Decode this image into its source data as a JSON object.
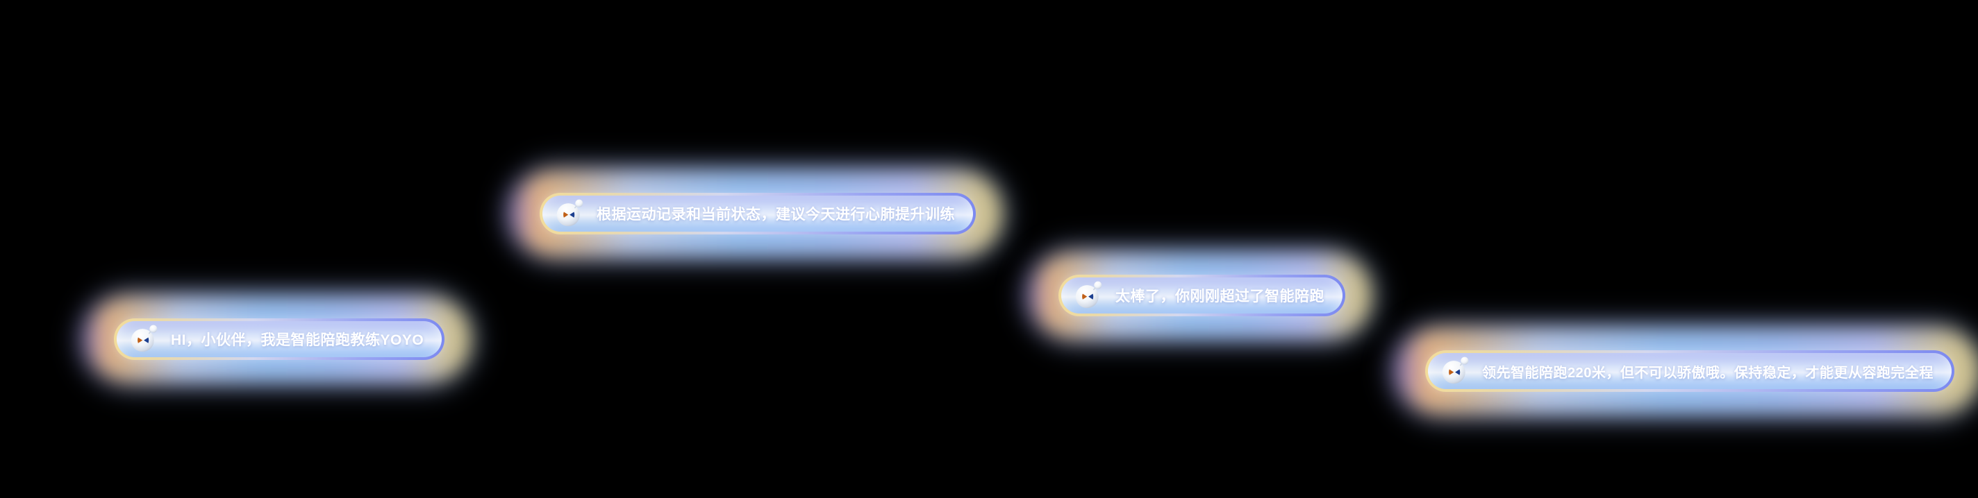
{
  "overlay": {
    "background_color": "#000000"
  },
  "colors": {
    "text": "#ffffff",
    "ring_left": "#f2dc9b",
    "ring_right": "#7c89f0",
    "glow_warm": "#eec39a",
    "glow_blue": "#9cc8fb",
    "glow_violet": "#b892e8",
    "avatar_eye_left": "#c05f16",
    "avatar_eye_right": "#1d3f8f"
  },
  "bubbles": [
    {
      "icon": "coach-avatar-icon",
      "text": "HI，小伙伴，我是智能陪跑教练YOYO"
    },
    {
      "icon": "coach-avatar-icon",
      "text": "根据运动记录和当前状态，建议今天进行心肺提升训练"
    },
    {
      "icon": "coach-avatar-icon",
      "text": "太棒了，你刚刚超过了智能陪跑"
    },
    {
      "icon": "coach-avatar-icon",
      "text": "领先智能陪跑220米，但不可以骄傲哦。保持稳定，才能更从容跑完全程"
    }
  ]
}
